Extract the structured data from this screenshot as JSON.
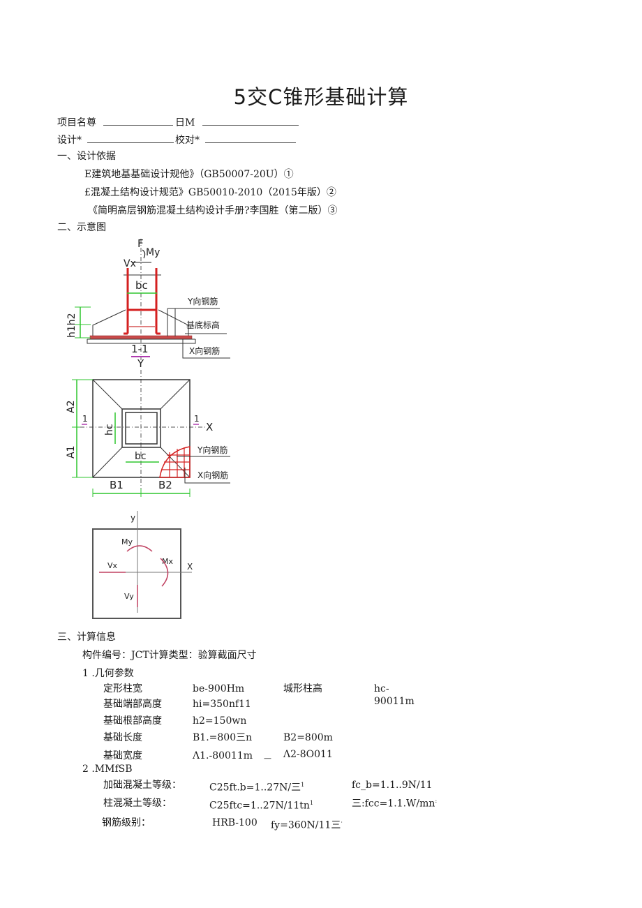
{
  "title": "5交C锥形基础计算",
  "header_fields": {
    "project_name_label": "项目名尊",
    "date_label": "日M",
    "designer_label": "设计*",
    "checker_label": "校对*"
  },
  "section1": {
    "heading": "一、设计依据",
    "references": [
      "E建筑地基基础设计规他》（GB50007-20U）①",
      "£混凝土结构设计规范》GB50010-2010（2015年版）②",
      "《简明高层钢筋混凝土结构设计手册?李国胜（第二版）③"
    ]
  },
  "section2": {
    "heading": "二、示意图",
    "diagram_section": {
      "labels": {
        "F": "F",
        "My": "My",
        "Vx": "Vx",
        "bc": "bc",
        "h1": "h1",
        "h2": "h2",
        "y_rebar": "Y向钢筋",
        "base_elev": "基底标高",
        "x_rebar": "X向钢筋",
        "section_mark": "1-1"
      }
    },
    "diagram_plan": {
      "labels": {
        "Y": "Y",
        "X": "X",
        "A1": "A1",
        "A2": "A2",
        "B1": "B1",
        "B2": "B2",
        "hc": "hc",
        "bc": "bc",
        "cut": "1",
        "y_rebar": "Y向钢筋",
        "x_rebar": "X向钢筋"
      }
    },
    "diagram_loads": {
      "labels": {
        "y": "y",
        "x": "X",
        "My": "My",
        "Mx": "Mx",
        "Vx": "Vx",
        "Vy": "Vy"
      }
    },
    "colors": {
      "rebar": "#d42020",
      "dimension": "#2ec62e",
      "outline": "#333333",
      "section_mark": "#b03bb0"
    }
  },
  "section3": {
    "heading": "三、计算信息",
    "member_info": "构件编号：JCT计算类型：验算截面尺寸",
    "geometry": {
      "heading": "1  .几何参数",
      "rows": [
        {
          "label": "定形柱宽",
          "value": "be-900Hm",
          "label2": "城形柱高",
          "value2a": "hc-",
          "value2b": "90011m"
        },
        {
          "label": "基础端部高度",
          "value": "hi=350nf11"
        },
        {
          "label": "基础根部高度",
          "value": "h2=150wn"
        },
        {
          "label": "基础长度",
          "value": "B1.=800三n",
          "value2": "B2=800m"
        },
        {
          "label": "基础宽度",
          "value": "Λ1.-80011m",
          "mark": "—",
          "value2": "Λ2-8O011"
        }
      ]
    },
    "materials": {
      "heading": "2  .MMfSB",
      "rows": [
        {
          "label": "加础混凝土等级：",
          "value": "C25ft.b=1..27N/三",
          "sup": "1",
          "value2": "fc_b=1.1..9N/11"
        },
        {
          "label": "柱混凝土等级：",
          "value": "C25ftc=1..27N/11tn",
          "sup": "1",
          "value2": "三:fcc=1.1.W/mn",
          "sup2": ":"
        },
        {
          "label": "钢筋级别：",
          "value": "HRB-100",
          "value2": "fy=360N/11三",
          "sup2": "·"
        }
      ]
    }
  }
}
